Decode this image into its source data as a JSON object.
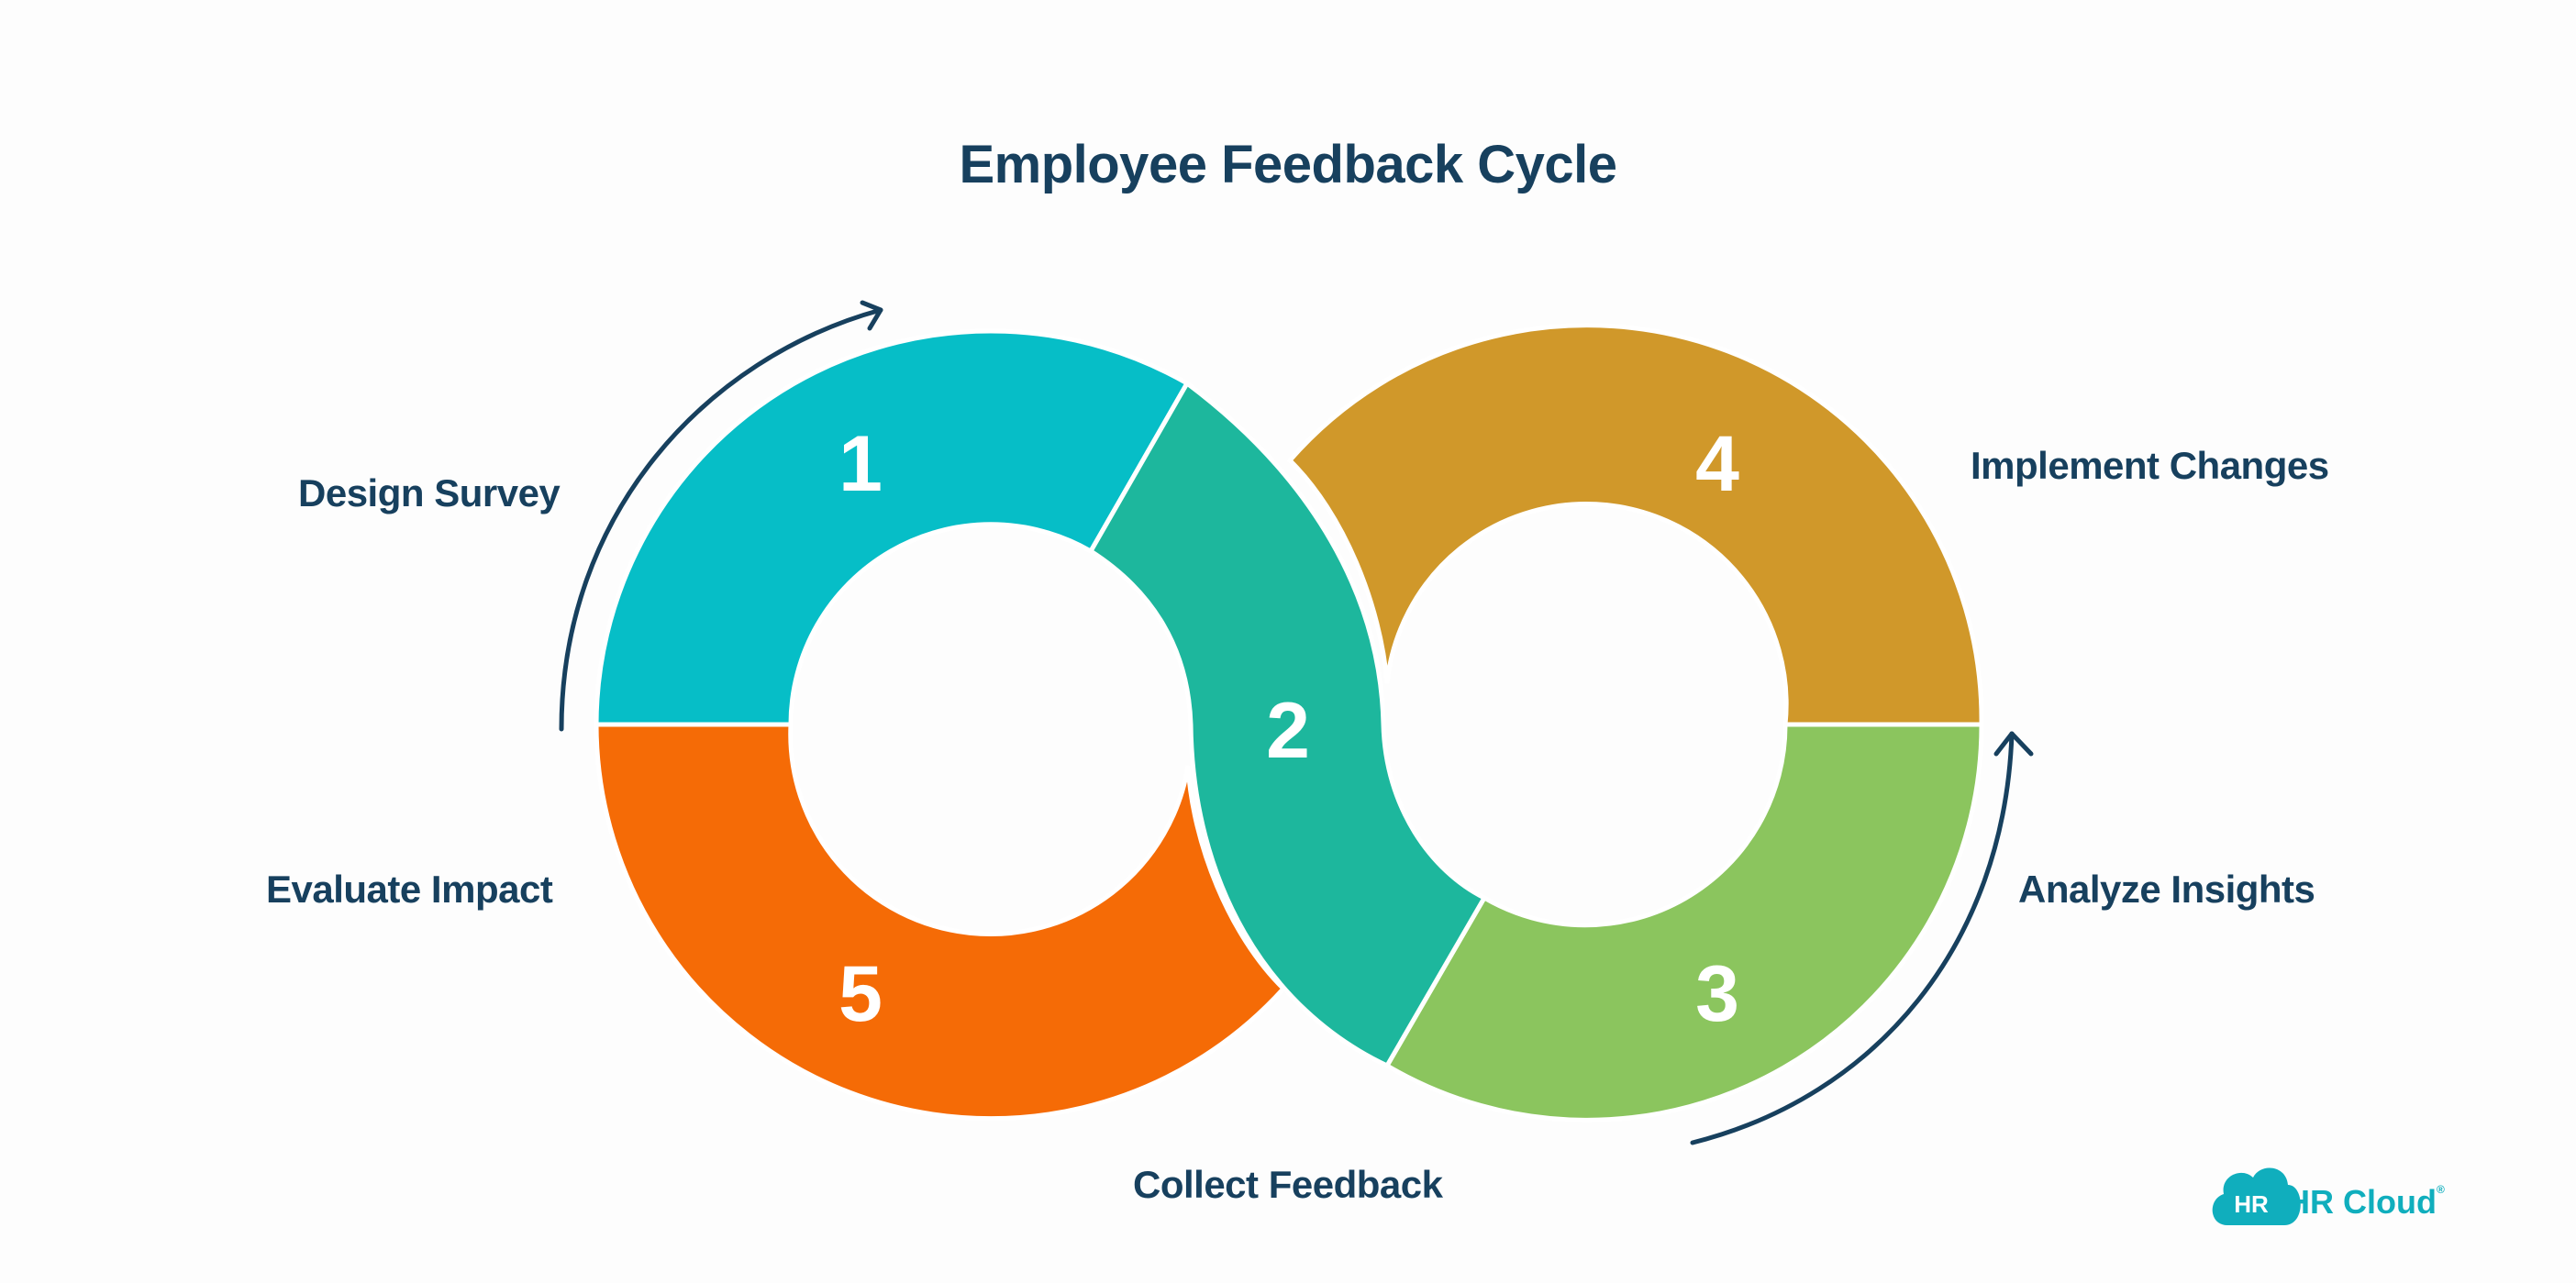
{
  "title": "Employee Feedback Cycle",
  "steps": [
    {
      "number": "1",
      "label": "Design Survey",
      "color": "#06bec7"
    },
    {
      "number": "2",
      "label": "Collect Feedback",
      "color": "#1db79d"
    },
    {
      "number": "3",
      "label": "Analyze Insights",
      "color": "#8bc55e"
    },
    {
      "number": "4",
      "label": "Implement Changes",
      "color": "#d0982a"
    },
    {
      "number": "5",
      "label": "Evaluate Impact",
      "color": "#f56b06"
    }
  ],
  "arrow_color": "#17405e",
  "logo": {
    "badge": "HR",
    "name": "HR Cloud",
    "mark": "®",
    "color": "#10aebd"
  }
}
